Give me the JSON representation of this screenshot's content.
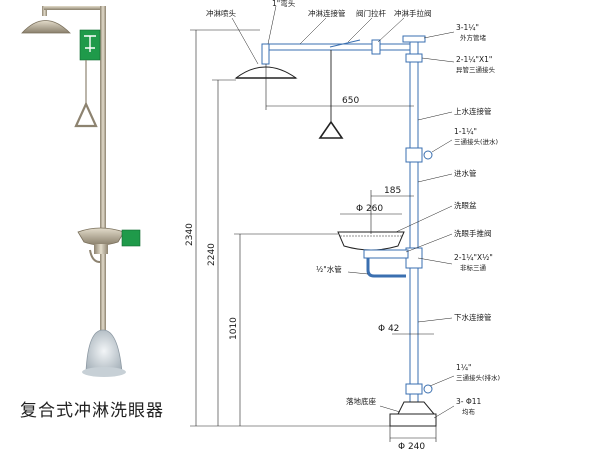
{
  "caption": "复合式冲淋洗眼器",
  "colors": {
    "pipe": "#3a6fb0",
    "line": "#222222",
    "photo_metal": "#b8ad94",
    "sign_green": "#1f9a4a"
  },
  "labels": {
    "shower_head": "冲淋喷头",
    "top_unit": "1\"弯头",
    "shower_pipe": "冲淋连接管",
    "valve_pull": "阀门拉杆",
    "shower_pull": "冲淋手拉阀",
    "outer_cap_size": "3-1¼\"",
    "outer_cap": "外方管堵",
    "reducer_tee_size": "2-1¼\"X1\"",
    "reducer_tee": "异管三通接头",
    "upper_pipe": "上水连接管",
    "tee_inlet_size": "1-1¼\"",
    "tee_inlet": "三通接头(进水)",
    "inlet_pipe": "进水管",
    "wash_basin": "洗眼盆",
    "eye_push_valve": "洗眼手推阀",
    "std_tee_size": "2-1¼\"X½\"",
    "std_tee": "非标三通",
    "water_pipe": "½\"水管",
    "lower_pipe": "下水连接管",
    "drain_tee_size": "1¼\"",
    "drain_tee": "三通接头(排水)",
    "floor_base": "落地底座",
    "bolt_size": "3- Φ11",
    "bolt_note": "均布"
  },
  "dimensions": {
    "horizontal_reach": "650",
    "basin_offset": "185",
    "basin_dia": "Φ 260",
    "overall_height": "2340",
    "shower_height": "2240",
    "basin_height": "1010",
    "pipe_dia": "Φ 42",
    "base_dia": "Φ 240"
  }
}
